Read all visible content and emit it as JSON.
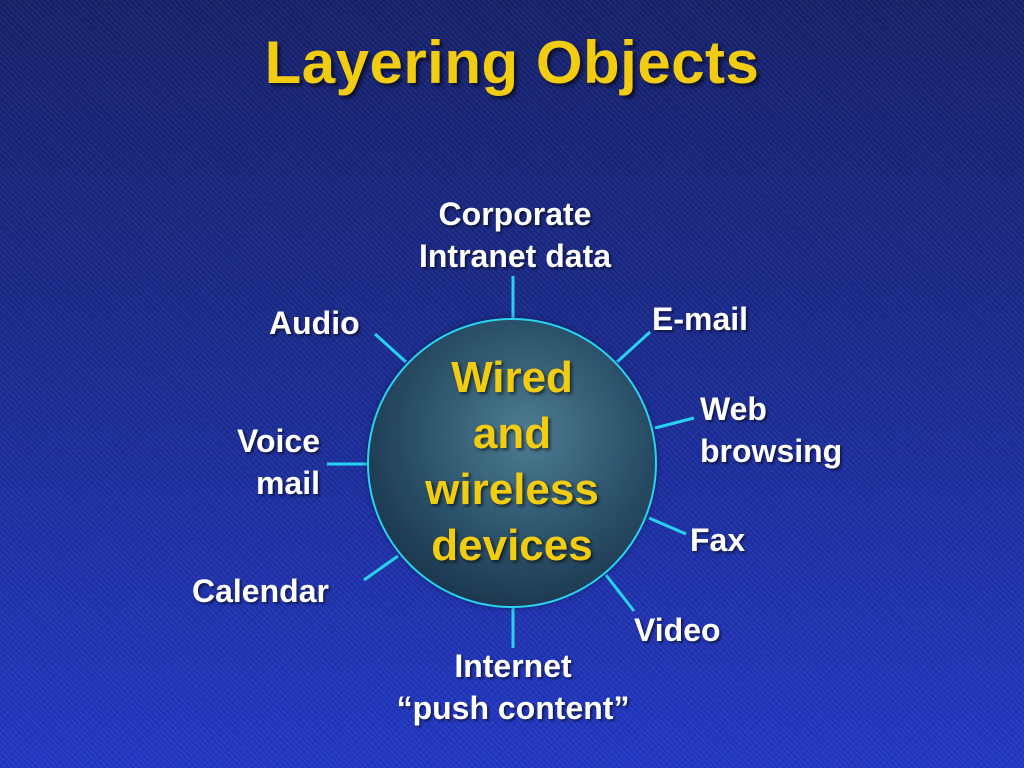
{
  "title": "Layering Objects",
  "center": [
    "Wired",
    "and",
    "wireless",
    "devices"
  ],
  "labels": {
    "corporate": [
      "Corporate",
      "Intranet data"
    ],
    "email": "E-mail",
    "web": [
      "Web",
      "browsing"
    ],
    "fax": "Fax",
    "video": "Video",
    "internet": [
      "Internet",
      "“push content”"
    ],
    "calendar": "Calendar",
    "voice": [
      "Voice",
      "mail"
    ],
    "audio": "Audio"
  },
  "colors": {
    "title": "#f2cc10",
    "center_text": "#f2cc10",
    "spoke": "#27d3f0",
    "label": "#ffffff"
  }
}
